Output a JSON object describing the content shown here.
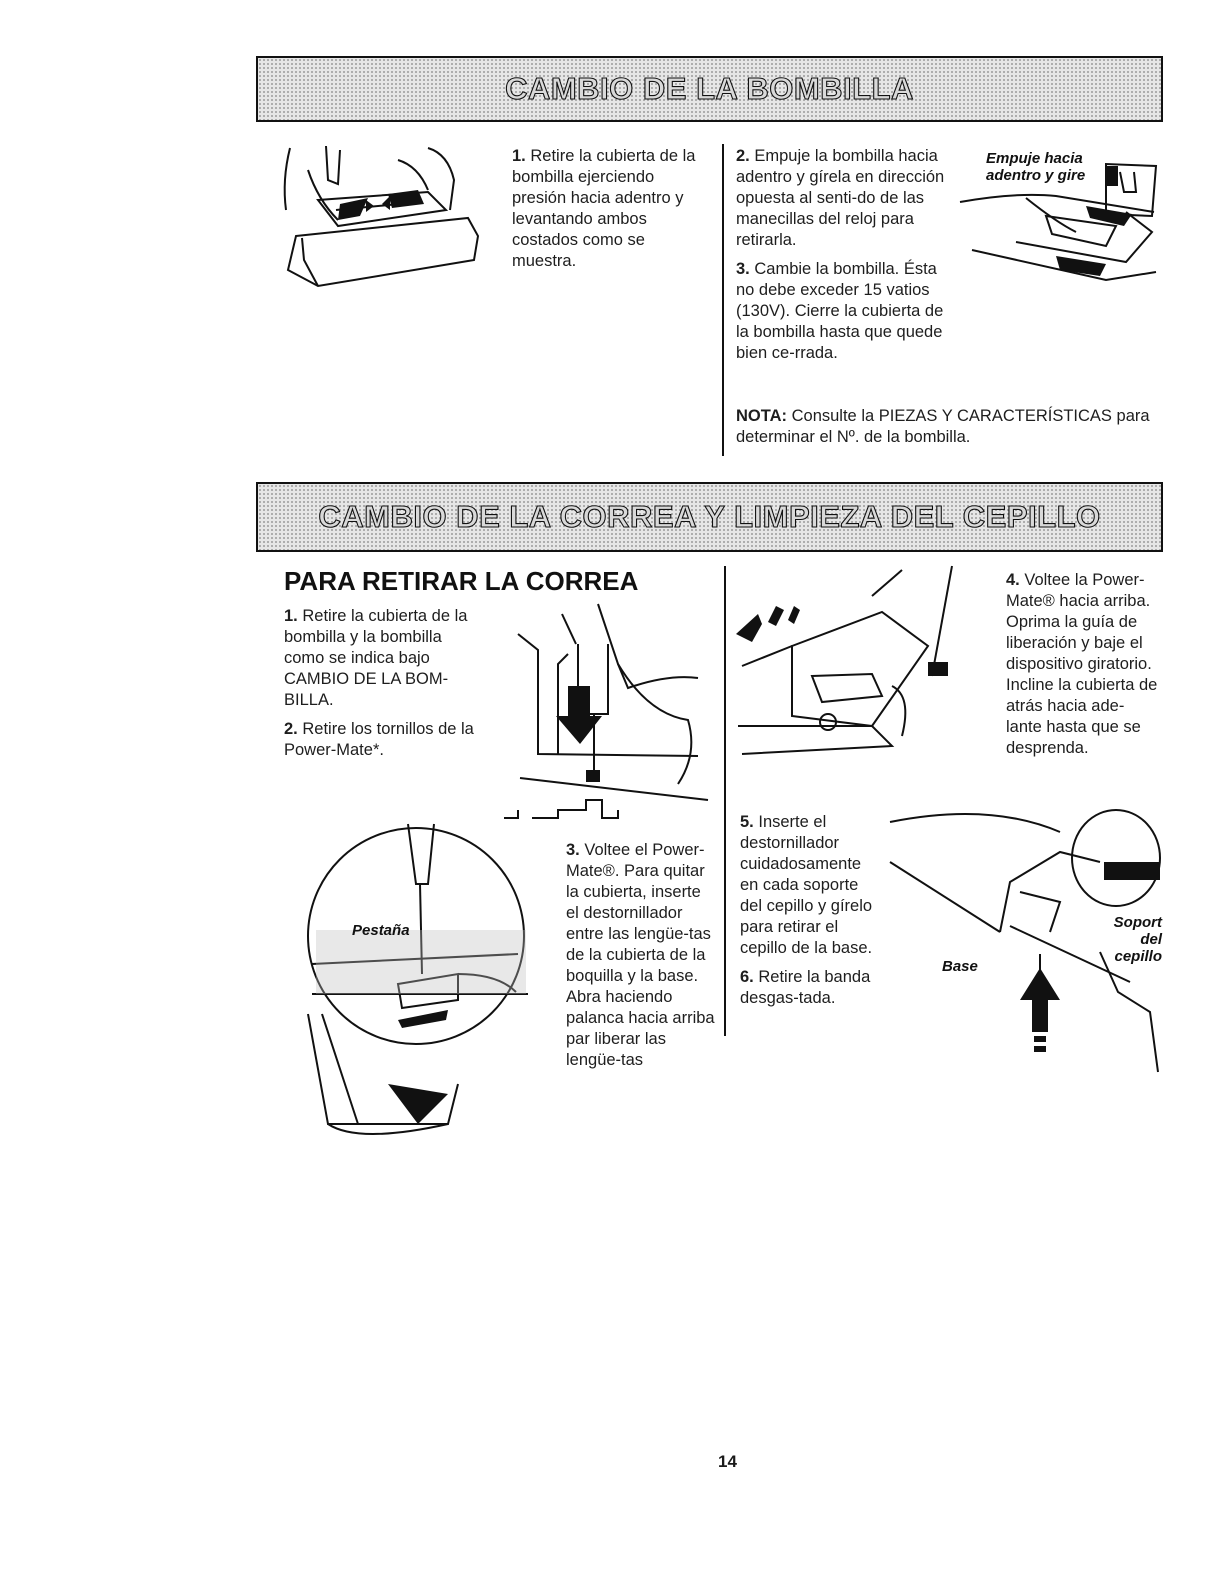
{
  "bulb_section": {
    "title": "CAMBIO DE LA BOMBILLA",
    "step1_num": "1.",
    "step1_text": "Retire la cubierta de la bombilla ejerciendo presión hacia adentro y levantando ambos costados como se muestra.",
    "step2_num": "2.",
    "step2_text": "Empuje la bombilla hacia adentro y gírela en dirección opuesta al senti-do de las manecillas del reloj para retirarla.",
    "step3_num": "3.",
    "step3_text": "Cambie la bombilla. Ésta no debe exceder 15 vatios (130V). Cierre la cubierta de la bombilla hasta que quede bien ce-rrada.",
    "note_label": "NOTA:",
    "note_text": "Consulte la PIEZAS Y CARACTERÍSTICAS para determinar el Nº. de la bombilla.",
    "callout": "Empuje hacia adentro y gire"
  },
  "belt_section": {
    "title": "CAMBIO DE LA CORREA Y LIMPIEZA DEL CEPILLO",
    "subtitle": "PARA RETIRAR LA CORREA",
    "step1_num": "1.",
    "step1_text": "Retire la cubierta de la bombilla y la bombilla como se indica bajo CAMBIO DE LA BOM-BILLA.",
    "step2_num": "2.",
    "step2_text": "Retire los tornillos de la Power-Mate*.",
    "step3_num": "3.",
    "step3_text": "Voltee el Power-Mate®. Para quitar la cubierta, inserte el destornillador entre las lengüe-tas de la cubierta de la boquilla y la base. Abra haciendo palanca hacia arriba par liberar las lengüe-tas",
    "step4_num": "4.",
    "step4_text": "Voltee la Power-Mate® hacia arriba. Oprima la guía de liberación y baje el dispositivo giratorio. Incline la cubierta de atrás hacia ade-lante hasta que se desprenda.",
    "step5_num": "5.",
    "step5_text": "Inserte el destornillador cuidadosamente en cada soporte del cepillo y gírelo para retirar el cepillo de la base.",
    "step6_num": "6.",
    "step6_text": "Retire la banda desgas-tada.",
    "callout_tab": "Pestaña",
    "callout_base": "Base",
    "callout_support": "Soport del cepillo"
  },
  "footer": {
    "page_number": "14"
  }
}
